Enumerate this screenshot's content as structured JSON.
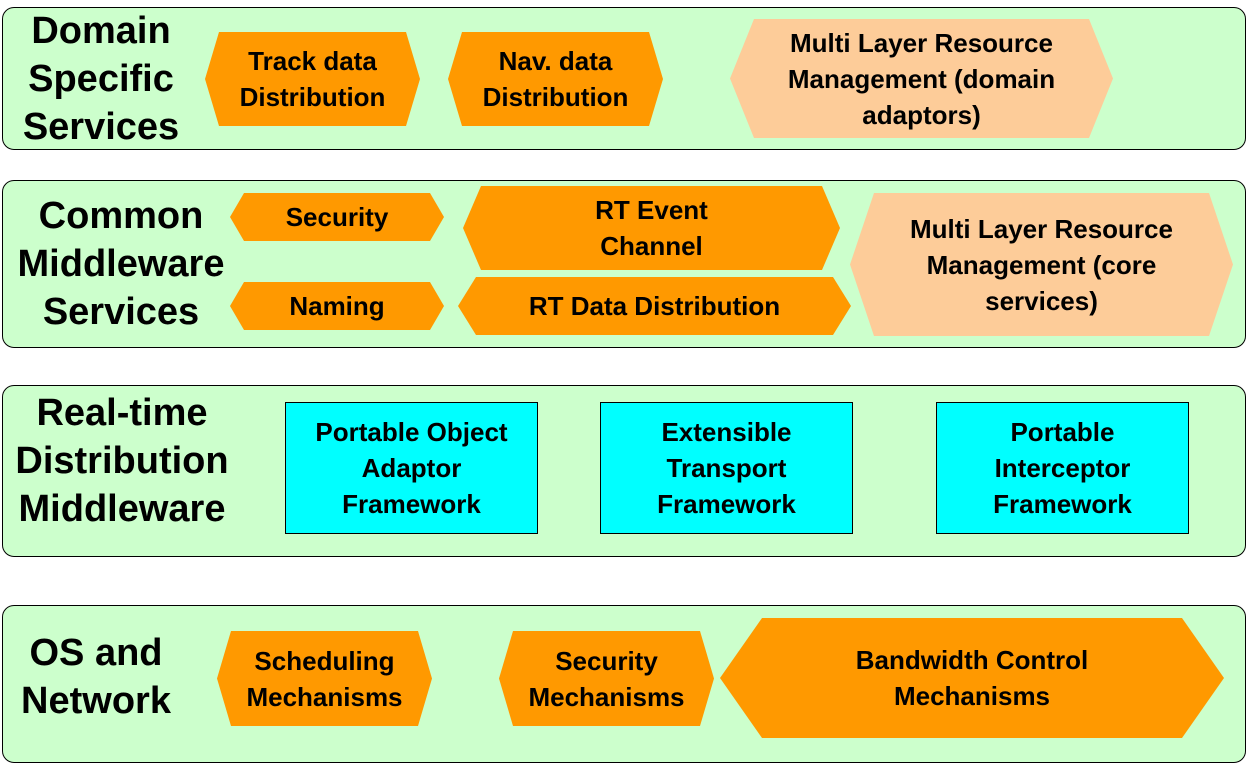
{
  "layers": [
    {
      "title": "Domain\nSpecific\nServices",
      "items": [
        "Track data\nDistribution",
        "Nav. data\nDistribution",
        "Multi Layer Resource\nManagement (domain\nadaptors)"
      ]
    },
    {
      "title": "Common\nMiddleware\nServices",
      "items": [
        "Security",
        "RT Event\nChannel",
        "Naming",
        "RT Data Distribution",
        "Multi Layer Resource\nManagement (core\nservices)"
      ]
    },
    {
      "title": "Real-time\nDistribution\nMiddleware",
      "items": [
        "Portable Object\nAdaptor\nFramework",
        "Extensible\nTransport\nFramework",
        "Portable\nInterceptor\nFramework"
      ]
    },
    {
      "title": "OS and\nNetwork",
      "items": [
        "Scheduling\nMechanisms",
        "Security\nMechanisms",
        "Bandwidth Control\nMechanisms"
      ]
    }
  ],
  "colors": {
    "layer_bg": "#ccffcc",
    "hexagon_dark": "#ff9900",
    "hexagon_light": "#fdcc99",
    "box": "#00ffff"
  }
}
